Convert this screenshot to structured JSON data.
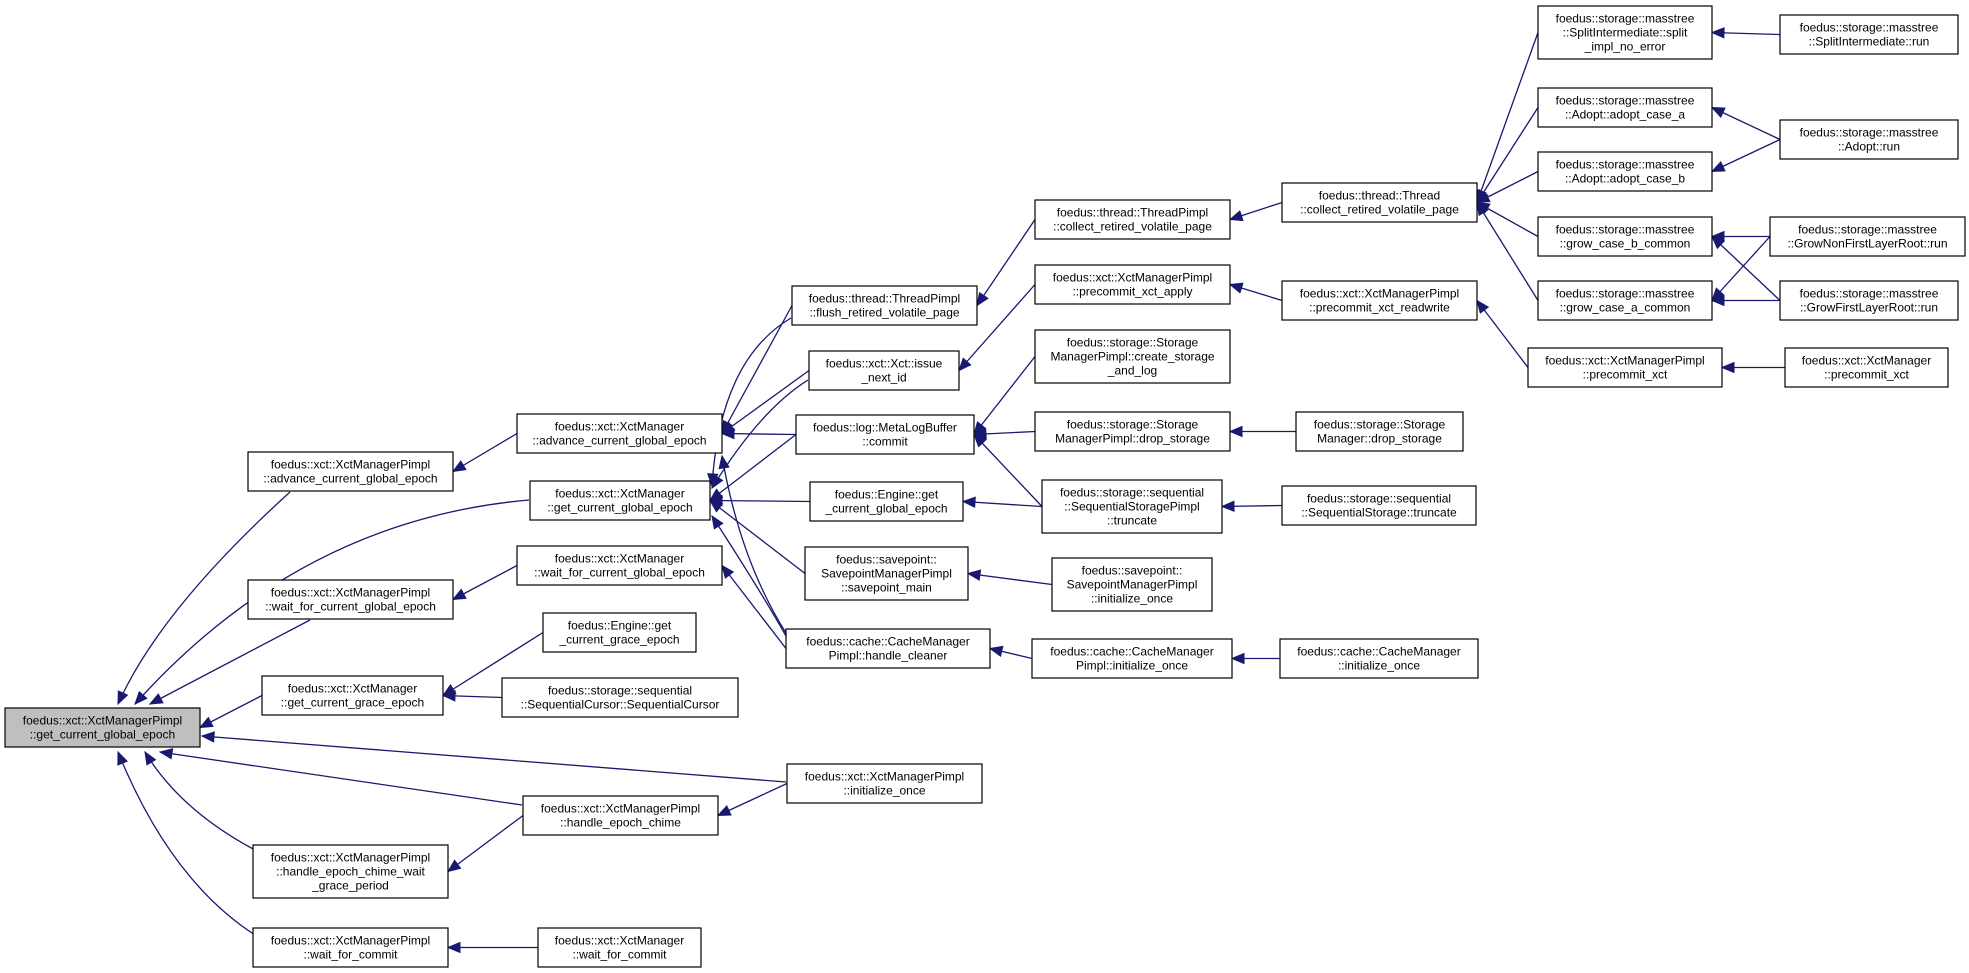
{
  "nodes": [
    {
      "id": "root",
      "lines": [
        "foedus::xct::XctManagerPimpl",
        "::get_current_global_epoch"
      ],
      "root": true
    },
    {
      "id": "n1",
      "lines": [
        "foedus::xct::XctManagerPimpl",
        "::advance_current_global_epoch"
      ]
    },
    {
      "id": "n2",
      "lines": [
        "foedus::xct::XctManager",
        "::advance_current_global_epoch"
      ]
    },
    {
      "id": "n3",
      "lines": [
        "foedus::xct::XctManager",
        "::get_current_global_epoch"
      ]
    },
    {
      "id": "n4",
      "lines": [
        "foedus::xct::XctManager",
        "::wait_for_current_global_epoch"
      ]
    },
    {
      "id": "n5",
      "lines": [
        "foedus::xct::XctManagerPimpl",
        "::wait_for_current_global_epoch"
      ]
    },
    {
      "id": "n6",
      "lines": [
        "foedus::Engine::get",
        "_current_grace_epoch"
      ]
    },
    {
      "id": "n7",
      "lines": [
        "foedus::xct::XctManager",
        "::get_current_grace_epoch"
      ]
    },
    {
      "id": "n8",
      "lines": [
        "foedus::storage::sequential",
        "::SequentialCursor::SequentialCursor"
      ]
    },
    {
      "id": "n9",
      "lines": [
        "foedus::xct::XctManagerPimpl",
        "::initialize_once"
      ]
    },
    {
      "id": "n10",
      "lines": [
        "foedus::xct::XctManagerPimpl",
        "::handle_epoch_chime"
      ]
    },
    {
      "id": "n11",
      "lines": [
        "foedus::xct::XctManagerPimpl",
        "::handle_epoch_chime_wait",
        "_grace_period"
      ]
    },
    {
      "id": "n12",
      "lines": [
        "foedus::xct::XctManagerPimpl",
        "::wait_for_commit"
      ]
    },
    {
      "id": "n13",
      "lines": [
        "foedus::xct::XctManager",
        "::wait_for_commit"
      ]
    },
    {
      "id": "n14",
      "lines": [
        "foedus::thread::ThreadPimpl",
        "::flush_retired_volatile_page"
      ]
    },
    {
      "id": "n15",
      "lines": [
        "foedus::xct::Xct::issue",
        "_next_id"
      ]
    },
    {
      "id": "n16",
      "lines": [
        "foedus::log::MetaLogBuffer",
        "::commit"
      ]
    },
    {
      "id": "n17",
      "lines": [
        "foedus::Engine::get",
        "_current_global_epoch"
      ]
    },
    {
      "id": "n18",
      "lines": [
        "foedus::savepoint::",
        "SavepointManagerPimpl",
        "::savepoint_main"
      ]
    },
    {
      "id": "n19",
      "lines": [
        "foedus::cache::CacheManager",
        "Pimpl::handle_cleaner"
      ]
    },
    {
      "id": "n20",
      "lines": [
        "foedus::thread::ThreadPimpl",
        "::collect_retired_volatile_page"
      ]
    },
    {
      "id": "n21",
      "lines": [
        "foedus::xct::XctManagerPimpl",
        "::precommit_xct_apply"
      ]
    },
    {
      "id": "n22",
      "lines": [
        "foedus::storage::Storage",
        "ManagerPimpl::create_storage",
        "_and_log"
      ]
    },
    {
      "id": "n23",
      "lines": [
        "foedus::storage::Storage",
        "ManagerPimpl::drop_storage"
      ]
    },
    {
      "id": "n24",
      "lines": [
        "foedus::storage::sequential",
        "::SequentialStoragePimpl",
        "::truncate"
      ]
    },
    {
      "id": "n25",
      "lines": [
        "foedus::savepoint::",
        "SavepointManagerPimpl",
        "::initialize_once"
      ]
    },
    {
      "id": "n26",
      "lines": [
        "foedus::cache::CacheManager",
        "Pimpl::initialize_once"
      ]
    },
    {
      "id": "n27",
      "lines": [
        "foedus::thread::Thread",
        "::collect_retired_volatile_page"
      ]
    },
    {
      "id": "n28",
      "lines": [
        "foedus::xct::XctManagerPimpl",
        "::precommit_xct_readwrite"
      ]
    },
    {
      "id": "n29",
      "lines": [
        "foedus::storage::Storage",
        "Manager::drop_storage"
      ]
    },
    {
      "id": "n30",
      "lines": [
        "foedus::storage::sequential",
        "::SequentialStorage::truncate"
      ]
    },
    {
      "id": "n31",
      "lines": [
        "foedus::cache::CacheManager",
        "::initialize_once"
      ]
    },
    {
      "id": "n32",
      "lines": [
        "foedus::storage::masstree",
        "::SplitIntermediate::split",
        "_impl_no_error"
      ]
    },
    {
      "id": "n33",
      "lines": [
        "foedus::storage::masstree",
        "::Adopt::adopt_case_a"
      ]
    },
    {
      "id": "n34",
      "lines": [
        "foedus::storage::masstree",
        "::Adopt::adopt_case_b"
      ]
    },
    {
      "id": "n35",
      "lines": [
        "foedus::storage::masstree",
        "::grow_case_b_common"
      ]
    },
    {
      "id": "n36",
      "lines": [
        "foedus::storage::masstree",
        "::grow_case_a_common"
      ]
    },
    {
      "id": "n37",
      "lines": [
        "foedus::xct::XctManagerPimpl",
        "::precommit_xct"
      ]
    },
    {
      "id": "n38",
      "lines": [
        "foedus::storage::masstree",
        "::SplitIntermediate::run"
      ]
    },
    {
      "id": "n39",
      "lines": [
        "foedus::storage::masstree",
        "::Adopt::run"
      ]
    },
    {
      "id": "n40",
      "lines": [
        "foedus::storage::masstree",
        "::GrowNonFirstLayerRoot::run"
      ]
    },
    {
      "id": "n41",
      "lines": [
        "foedus::storage::masstree",
        "::GrowFirstLayerRoot::run"
      ]
    },
    {
      "id": "n42",
      "lines": [
        "foedus::xct::XctManager",
        "::precommit_xct"
      ]
    }
  ],
  "edges": [
    [
      "n1",
      "root"
    ],
    [
      "n3",
      "root"
    ],
    [
      "n5",
      "root"
    ],
    [
      "n7",
      "root"
    ],
    [
      "n9",
      "root"
    ],
    [
      "n10",
      "root"
    ],
    [
      "n11",
      "root"
    ],
    [
      "n12",
      "root"
    ],
    [
      "n2",
      "n1"
    ],
    [
      "n4",
      "n5"
    ],
    [
      "n6",
      "n7"
    ],
    [
      "n8",
      "n7"
    ],
    [
      "n9",
      "n10"
    ],
    [
      "n10",
      "n11"
    ],
    [
      "n13",
      "n12"
    ],
    [
      "n14",
      "n2"
    ],
    [
      "n15",
      "n2"
    ],
    [
      "n16",
      "n2"
    ],
    [
      "n19",
      "n2"
    ],
    [
      "n14",
      "n3"
    ],
    [
      "n15",
      "n3"
    ],
    [
      "n16",
      "n3"
    ],
    [
      "n17",
      "n3"
    ],
    [
      "n18",
      "n3"
    ],
    [
      "n19",
      "n3"
    ],
    [
      "n19",
      "n4"
    ],
    [
      "n20",
      "n14"
    ],
    [
      "n21",
      "n15"
    ],
    [
      "n22",
      "n16"
    ],
    [
      "n23",
      "n16"
    ],
    [
      "n24",
      "n16"
    ],
    [
      "n24",
      "n17"
    ],
    [
      "n25",
      "n18"
    ],
    [
      "n26",
      "n19"
    ],
    [
      "n27",
      "n20"
    ],
    [
      "n28",
      "n21"
    ],
    [
      "n29",
      "n23"
    ],
    [
      "n30",
      "n24"
    ],
    [
      "n31",
      "n26"
    ],
    [
      "n32",
      "n27"
    ],
    [
      "n33",
      "n27"
    ],
    [
      "n34",
      "n27"
    ],
    [
      "n35",
      "n27"
    ],
    [
      "n36",
      "n27"
    ],
    [
      "n37",
      "n28"
    ],
    [
      "n38",
      "n32"
    ],
    [
      "n39",
      "n33"
    ],
    [
      "n39",
      "n34"
    ],
    [
      "n40",
      "n35"
    ],
    [
      "n41",
      "n35"
    ],
    [
      "n40",
      "n36"
    ],
    [
      "n41",
      "n36"
    ],
    [
      "n42",
      "n37"
    ]
  ]
}
